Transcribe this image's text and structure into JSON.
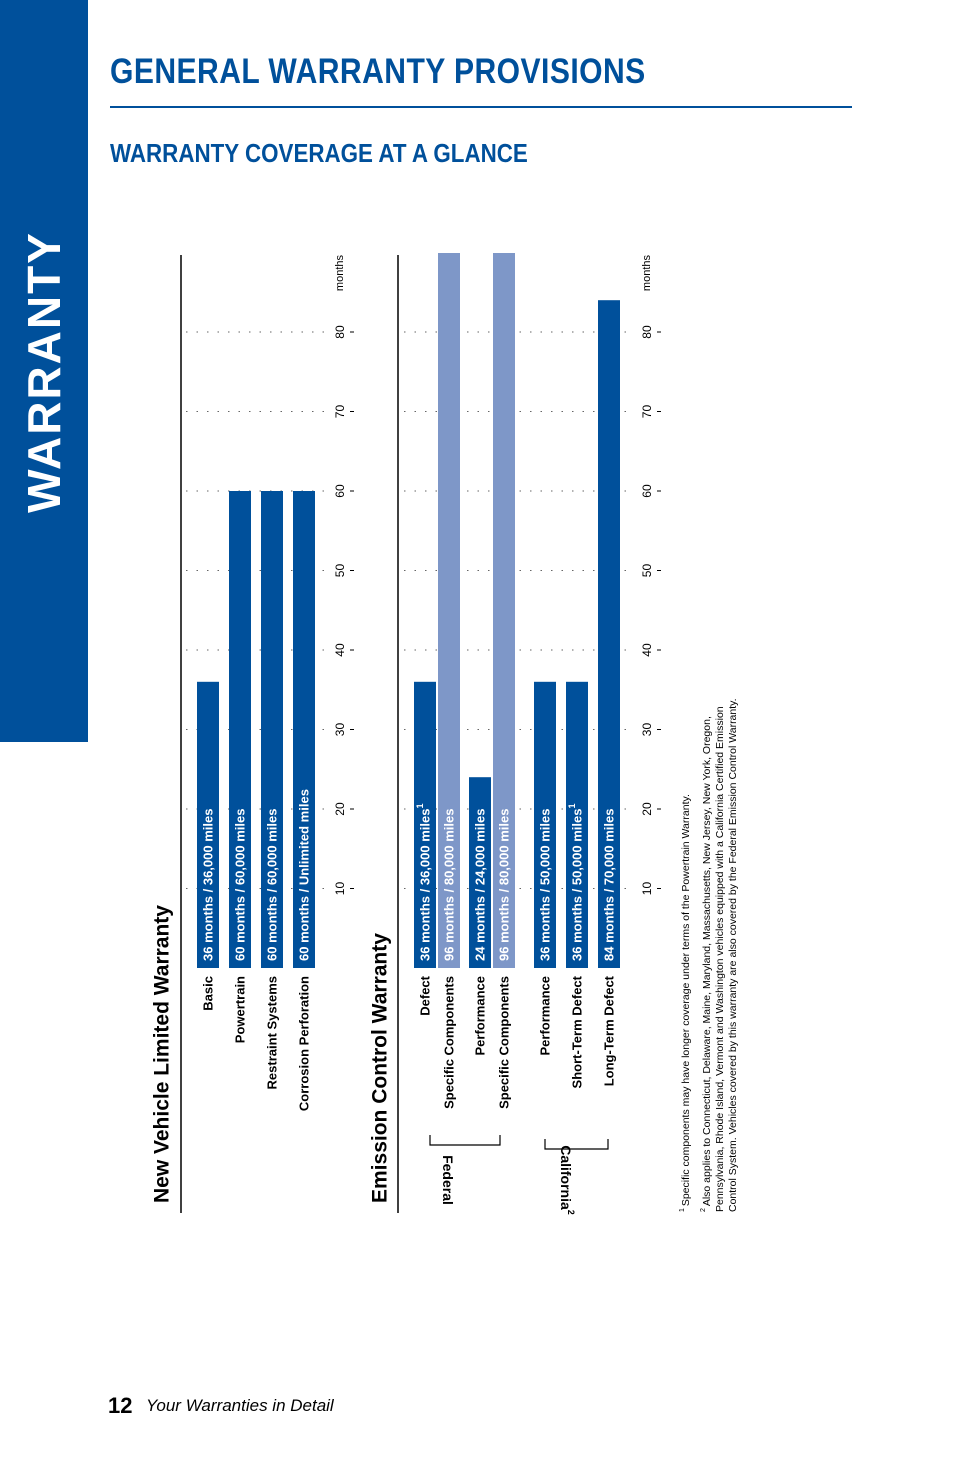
{
  "sidebar": {
    "label": "WARRANTY"
  },
  "header": {
    "title": "GENERAL WARRANTY PROVISIONS",
    "subtitle": "WARRANTY COVERAGE AT A GLANCE"
  },
  "colors": {
    "brand": "#00509b",
    "light_bar": "#7e97c8"
  },
  "chart_data": [
    {
      "type": "bar",
      "title": "New Vehicle Limited Warranty",
      "unit": "months",
      "ylim": [
        0,
        90
      ],
      "ticks": [
        10,
        20,
        30,
        40,
        50,
        60,
        70,
        80
      ],
      "bars": [
        {
          "category": "Basic",
          "value": 36,
          "text": "36 months  /  36,000 miles",
          "color": "#00509b",
          "sup": ""
        },
        {
          "category": "Powertrain",
          "value": 60,
          "text": "60 months  /  60,000 miles",
          "color": "#00509b",
          "sup": ""
        },
        {
          "category": "Restraint Systems",
          "value": 60,
          "text": "60 months  /  60,000 miles",
          "color": "#00509b",
          "sup": ""
        },
        {
          "category": "Corrosion Perforation",
          "value": 60,
          "text": "60 months  /  Unlimited miles",
          "color": "#00509b",
          "sup": ""
        }
      ]
    },
    {
      "type": "bar",
      "title": "Emission Control Warranty",
      "unit": "months",
      "ylim": [
        0,
        90
      ],
      "ticks": [
        10,
        20,
        30,
        40,
        50,
        60,
        70,
        80
      ],
      "groups": [
        {
          "label": "Federal",
          "sup": ""
        },
        {
          "label": "California",
          "sup": "2"
        }
      ],
      "bars": [
        {
          "category": "Defect",
          "value": 36,
          "text": "36 months  /  36,000 miles",
          "color": "#00509b",
          "sup": "1"
        },
        {
          "category": "Specific Components",
          "value": 96,
          "text": "96 months  /  80,000 miles",
          "color": "#7e97c8",
          "sup": ""
        },
        {
          "category": "Performance",
          "value": 24,
          "text": "24 months  /  24,000 miles",
          "color": "#00509b",
          "sup": ""
        },
        {
          "category": "Specific Components",
          "value": 96,
          "text": "96 months  /  80,000 miles",
          "color": "#7e97c8",
          "sup": ""
        },
        {
          "category": "Performance",
          "value": 36,
          "text": "36 months  /  50,000 miles",
          "color": "#00509b",
          "sup": ""
        },
        {
          "category": "Short-Term Defect",
          "value": 36,
          "text": "36 months  /  50,000 miles",
          "color": "#00509b",
          "sup": "1"
        },
        {
          "category": "Long-Term Defect",
          "value": 84,
          "text": "84 months  /  70,000 miles",
          "color": "#00509b",
          "sup": ""
        }
      ]
    }
  ],
  "footnotes": [
    {
      "mark": "1",
      "lines": [
        "Specific components may have longer coverage under terms of the Powertrain Warranty."
      ]
    },
    {
      "mark": "2",
      "lines": [
        "Also applies to Connecticut, Delaware, Maine, Maryland, Massachusetts, New Jersey, New York, Oregon,",
        "Pennsylvania, Rhode Island, Vermont and Washington vehicles equipped with a California Certified Emission",
        "Control System. Vehicles covered by this warranty are also covered by the Federal Emission Control Warranty."
      ]
    }
  ],
  "footer": {
    "page_number": "12",
    "text": "Your Warranties in Detail"
  }
}
